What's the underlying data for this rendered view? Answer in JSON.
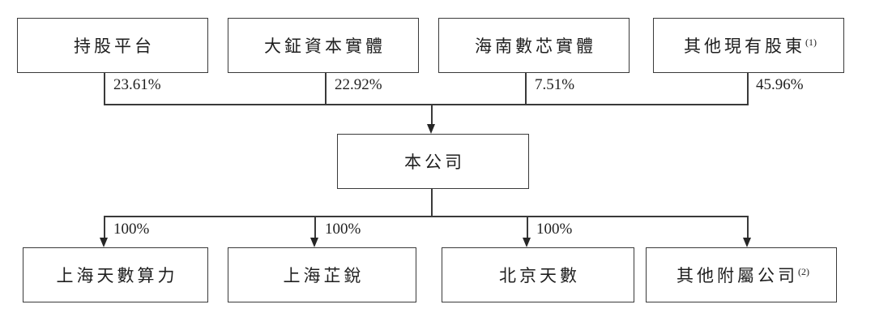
{
  "diagram": {
    "shareholders": [
      {
        "name": "持股平台",
        "ownership": "23.61%"
      },
      {
        "name": "大鉦資本實體",
        "ownership": "22.92%"
      },
      {
        "name": "海南數芯實體",
        "ownership": "7.51%"
      },
      {
        "name": "其他現有股東",
        "note": "(1)",
        "ownership": "45.96%"
      }
    ],
    "company": {
      "name": "本公司"
    },
    "subsidiaries": [
      {
        "name": "上海天數算力",
        "ownership": "100%"
      },
      {
        "name": "上海芷銳",
        "ownership": "100%"
      },
      {
        "name": "北京天數",
        "ownership": "100%"
      },
      {
        "name": "其他附屬公司",
        "note": "(2)"
      }
    ],
    "colors": {
      "background": "#ffffff",
      "border": "#3a3a3a",
      "line": "#3a3a3a",
      "text": "#1f1f1f"
    }
  }
}
